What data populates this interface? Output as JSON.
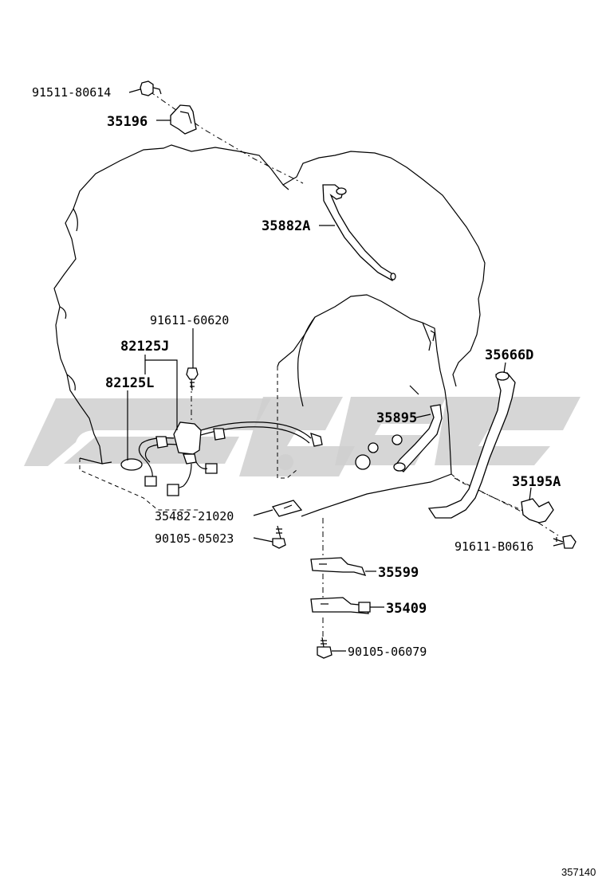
{
  "parts": {
    "p91511_80614": "91511-80614",
    "p35196": "35196",
    "p35882A": "35882A",
    "p91611_60620": "91611-60620",
    "p82125J": "82125J",
    "p82125L": "82125L",
    "p35666D": "35666D",
    "p35895": "35895",
    "p35195A": "35195A",
    "p35482_21020": "35482-21020",
    "p90105_05023": "90105-05023",
    "p91611_B0616": "91611-B0616",
    "p35599": "35599",
    "p35409": "35409",
    "p90105_06079": "90105-06079"
  },
  "diagram_ref": "357140",
  "colors": {
    "line": "#000000",
    "watermark": "#cfcfcf",
    "background": "#ffffff"
  }
}
